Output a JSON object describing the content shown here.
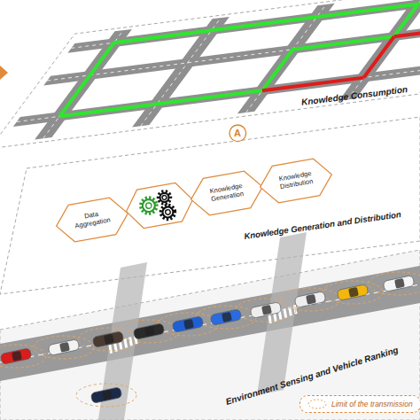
{
  "diagram": {
    "nodes": [
      {
        "text": [
          "A"
        ]
      },
      {
        "text": [
          "Data Aggregation"
        ]
      },
      {
        "text": [
          "Knowledge Generation"
        ]
      },
      {
        "text": [
          "Knowledge Distribution"
        ]
      }
    ],
    "labels": [
      "Knowledge Consumption",
      "Knowledge Generation and Distribution",
      "Environment Sensing and Vehicle Ranking"
    ],
    "legend": [
      {
        "text": "Limit of the transmission"
      }
    ]
  }
}
